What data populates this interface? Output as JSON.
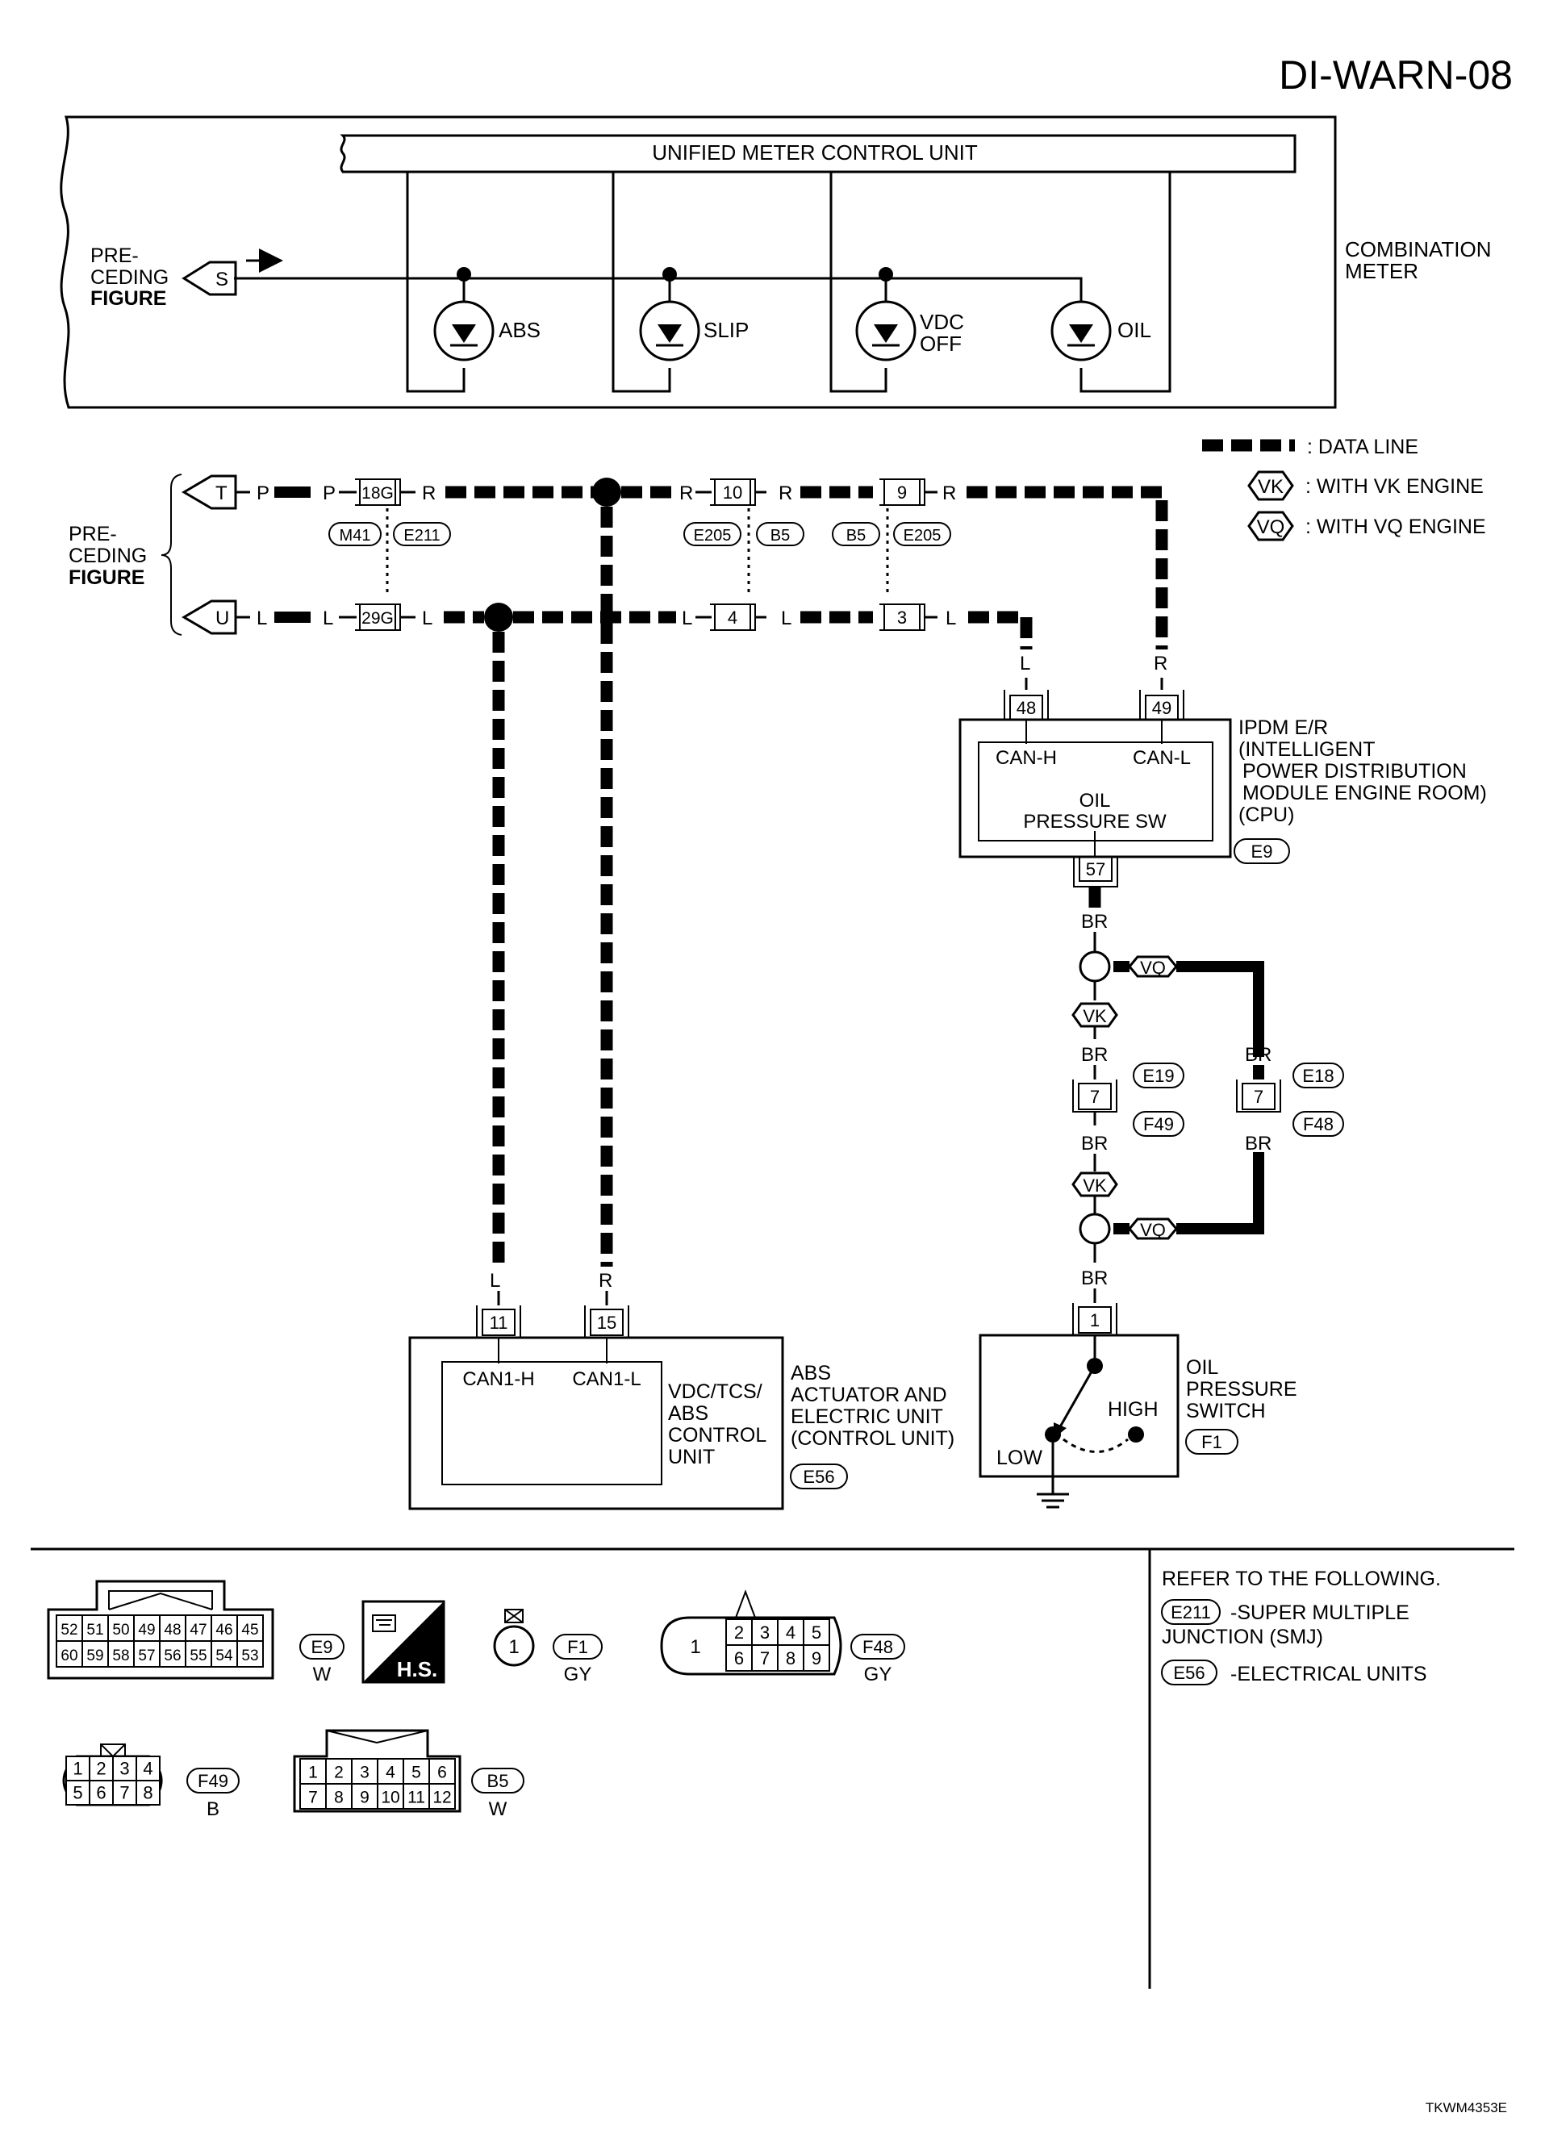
{
  "page_id": "DI-WARN-08",
  "ref_code": "TKWM4353E",
  "meter": {
    "unit_title": "UNIFIED METER CONTROL UNIT",
    "label": [
      "COMBINATION",
      "METER"
    ],
    "lamps": [
      "ABS",
      "SLIP",
      "VDC",
      "OFF",
      "OIL"
    ]
  },
  "preceding": {
    "lines": [
      "PRE-",
      "CEDING",
      "FIGURE"
    ],
    "arrow_s": "S",
    "arrow_t": "T",
    "arrow_u": "U"
  },
  "legend": {
    "data_line": ": DATA LINE",
    "vk_tag": "VK",
    "vk_text": ": WITH VK ENGINE",
    "vq_tag": "VQ",
    "vq_text": ": WITH VQ ENGINE"
  },
  "wires": {
    "p": "P",
    "r": "R",
    "l": "L",
    "br": "BR"
  },
  "connectors": {
    "c18g": "18G",
    "c29g": "29G",
    "c10": "10",
    "c4": "4",
    "c9": "9",
    "c3": "3",
    "m41": "M41",
    "e211": "E211",
    "e205": "E205",
    "b5": "B5",
    "c48": "48",
    "c49": "49",
    "c57": "57",
    "c7": "7",
    "c1": "1",
    "c11": "11",
    "c15": "15",
    "e19": "E19",
    "f49": "F49",
    "e18": "E18",
    "f48": "F48",
    "e9": "E9",
    "e56": "E56",
    "f1": "F1"
  },
  "ipdm": {
    "can_h": "CAN-H",
    "can_l": "CAN-L",
    "oil_sw": [
      "OIL",
      "PRESSURE SW"
    ],
    "label": [
      "IPDM E/R",
      "(INTELLIGENT",
      "POWER DISTRIBUTION",
      "MODULE ENGINE ROOM)",
      "(CPU)"
    ]
  },
  "abs_unit": {
    "can1_h": "CAN1-H",
    "can1_l": "CAN1-L",
    "inner": [
      "VDC/TCS/",
      "ABS",
      "CONTROL",
      "UNIT"
    ],
    "label": [
      "ABS",
      "ACTUATOR AND",
      "ELECTRIC UNIT",
      "(CONTROL UNIT)"
    ]
  },
  "oil_switch": {
    "high": "HIGH",
    "low": "LOW",
    "label": [
      "OIL",
      "PRESSURE",
      "SWITCH"
    ]
  },
  "connector_views": {
    "e9": {
      "top_row": [
        "52",
        "51",
        "50",
        "49",
        "48",
        "47",
        "46",
        "45"
      ],
      "bottom_row": [
        "60",
        "59",
        "58",
        "57",
        "56",
        "55",
        "54",
        "53"
      ],
      "id": "E9",
      "color": "W"
    },
    "hs": "H.S.",
    "f1": {
      "pin": "1",
      "id": "F1",
      "color": "GY"
    },
    "f48": {
      "left": "1",
      "top_row": [
        "2",
        "3",
        "4",
        "5"
      ],
      "bottom_row": [
        "6",
        "7",
        "8",
        "9"
      ],
      "id": "F48",
      "color": "GY"
    },
    "f49": {
      "top_row": [
        "1",
        "2",
        "3",
        "4"
      ],
      "bottom_row": [
        "5",
        "6",
        "7",
        "8"
      ],
      "id": "F49",
      "color": "B"
    },
    "b5": {
      "top_row": [
        "1",
        "2",
        "3",
        "4",
        "5",
        "6"
      ],
      "bottom_row": [
        "7",
        "8",
        "9",
        "10",
        "11",
        "12"
      ],
      "id": "B5",
      "color": "W"
    }
  },
  "refer": {
    "title": "REFER TO THE FOLLOWING.",
    "items": [
      {
        "tag": "E211",
        "text": "-SUPER MULTIPLE",
        "text2": "JUNCTION (SMJ)"
      },
      {
        "tag": "E56",
        "text": "-ELECTRICAL UNITS"
      }
    ]
  }
}
